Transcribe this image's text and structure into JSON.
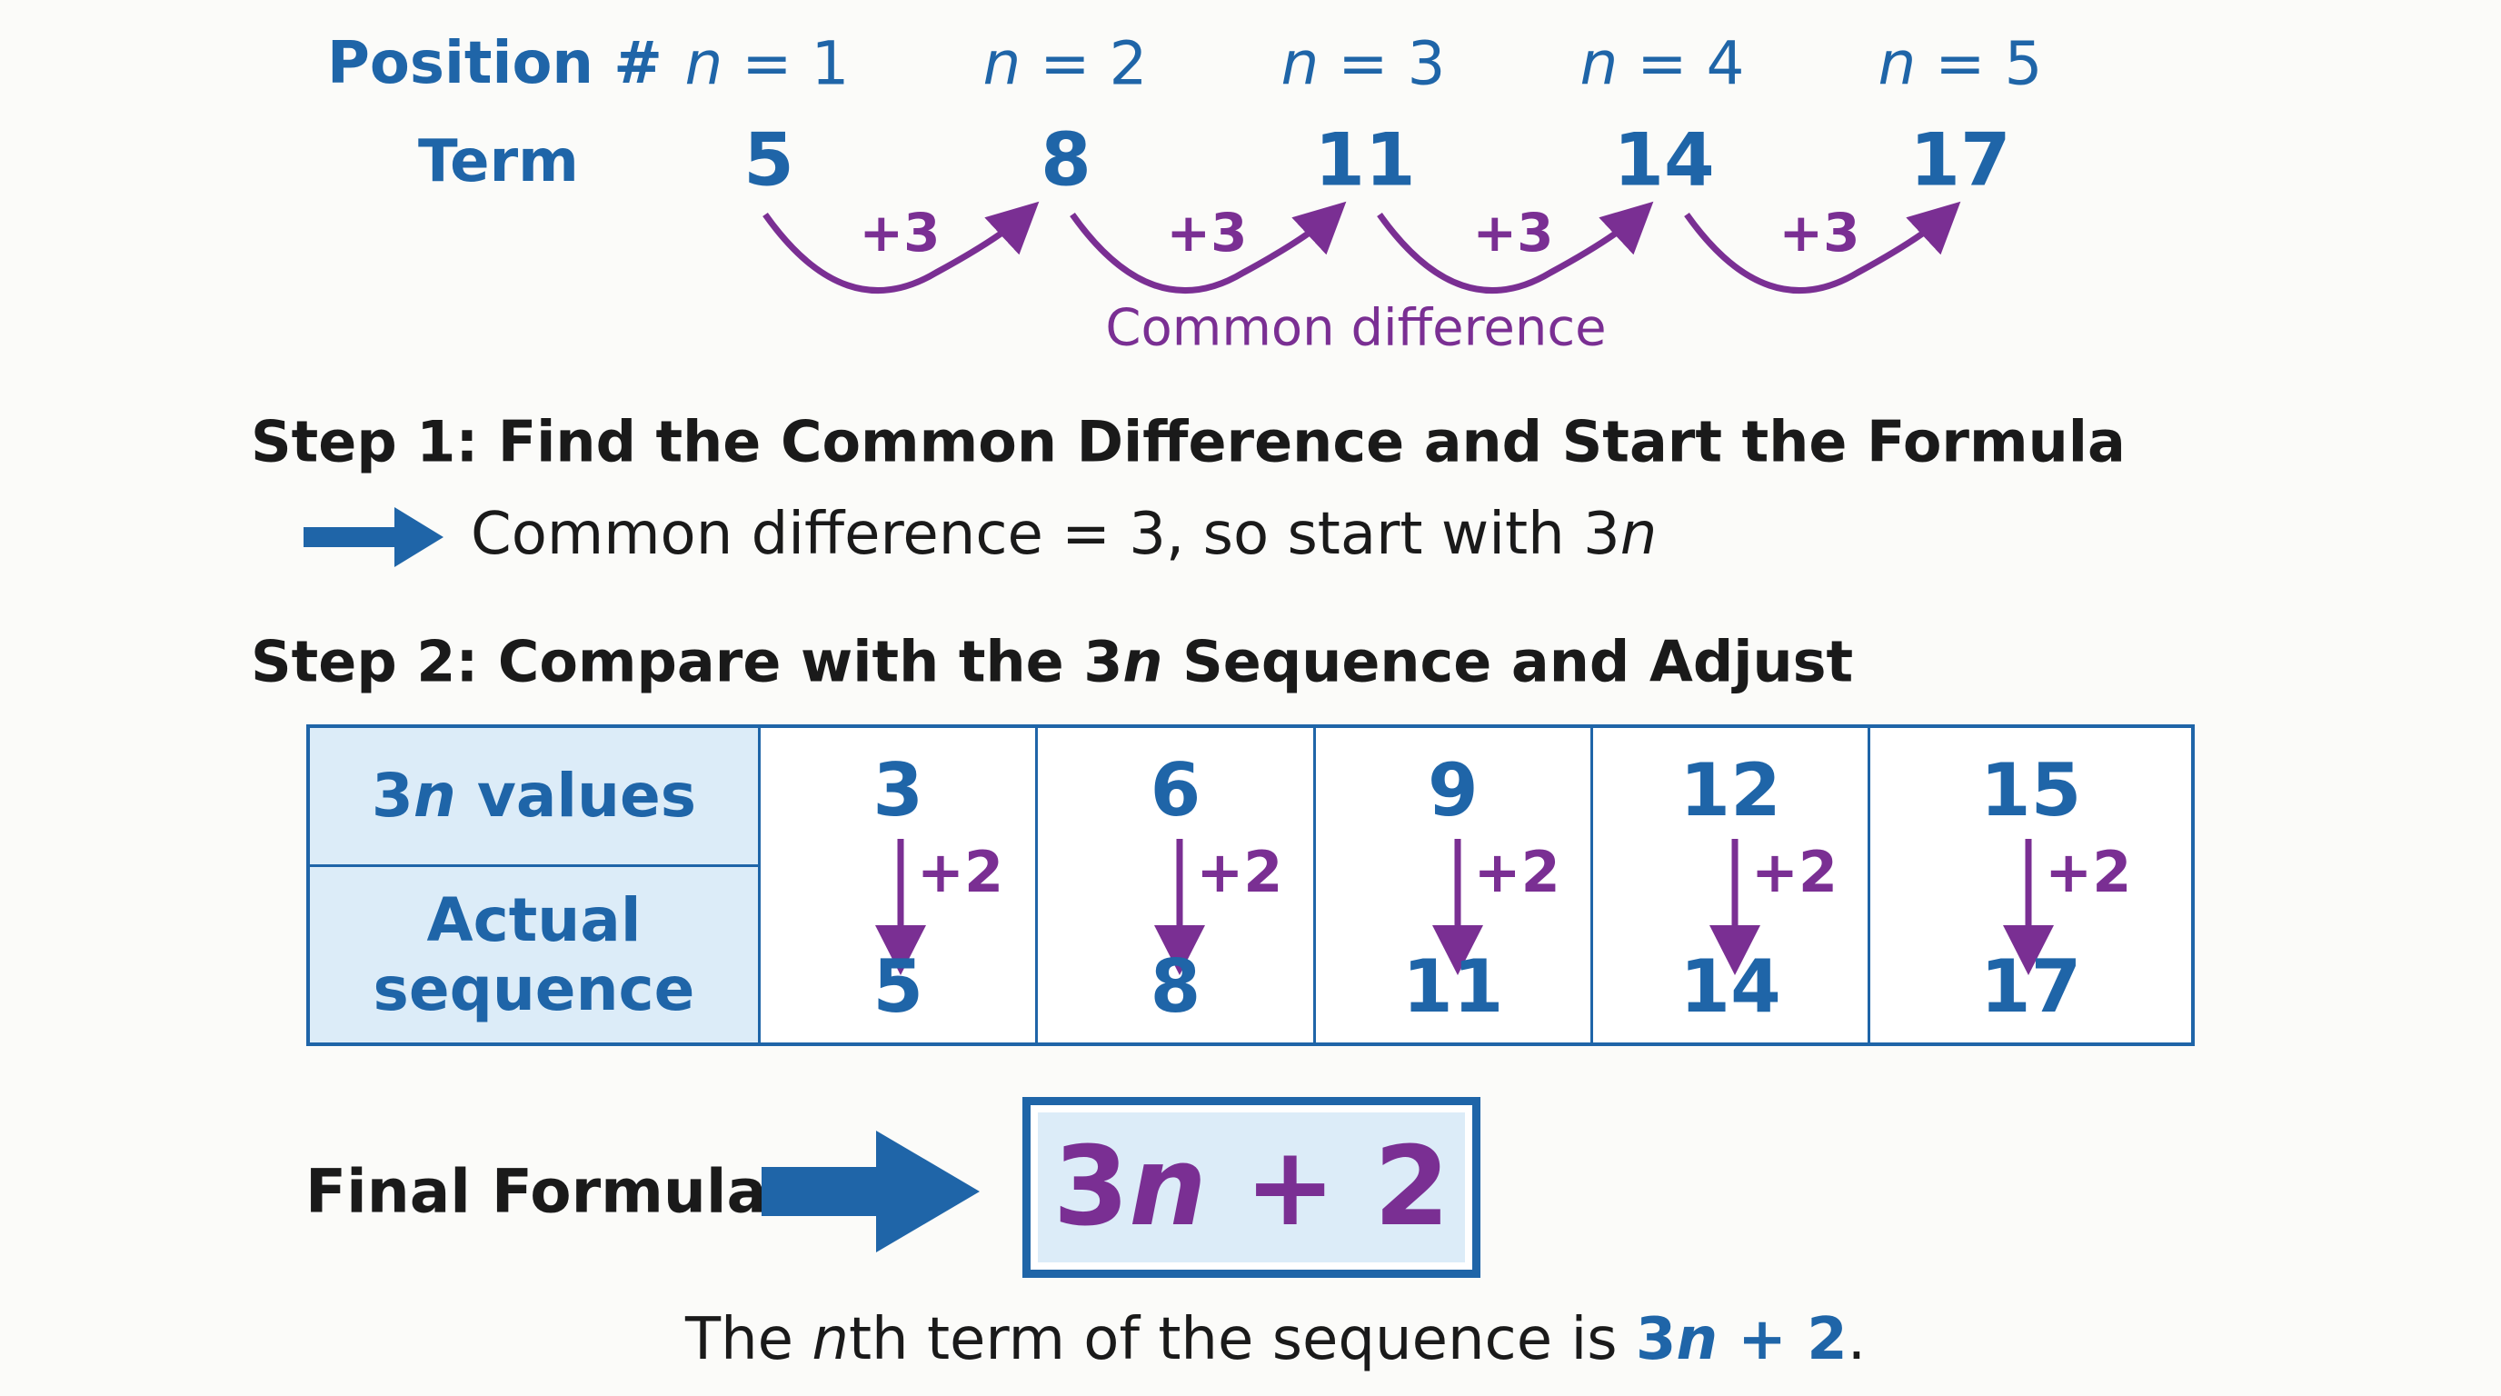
{
  "header": {
    "position_label": "Position #",
    "term_label": "Term",
    "positions": [
      {
        "var": "n",
        "text": " = 1"
      },
      {
        "var": "n",
        "text": " = 2"
      },
      {
        "var": "n",
        "text": " = 3"
      },
      {
        "var": "n",
        "text": " = 4"
      },
      {
        "var": "n",
        "text": " = 5"
      }
    ],
    "terms": [
      "5",
      "8",
      "11",
      "14",
      "17"
    ],
    "differences": [
      "+3",
      "+3",
      "+3",
      "+3"
    ],
    "difference_caption": "Common difference"
  },
  "step1": {
    "title": "Step 1: Find the Common Difference and Start the Formula",
    "text_before": "Common difference  = 3, so start with 3",
    "text_var": "n"
  },
  "step2": {
    "title_before": "Step 2: Compare with the 3",
    "title_var": "n",
    "title_after": " Sequence and Adjust",
    "table": {
      "row1_label_num": "3",
      "row1_label_var": "n",
      "row1_label_rest": " values",
      "row2_label_line1": "Actual",
      "row2_label_line2": "sequence",
      "columns": [
        {
          "three_n": "3",
          "adjust": "+2",
          "actual": "5"
        },
        {
          "three_n": "6",
          "adjust": "+2",
          "actual": "8"
        },
        {
          "three_n": "9",
          "adjust": "+2",
          "actual": "11"
        },
        {
          "three_n": "12",
          "adjust": "+2",
          "actual": "14"
        },
        {
          "three_n": "15",
          "adjust": "+2",
          "actual": "17"
        }
      ]
    }
  },
  "final": {
    "label": "Final Formula",
    "formula_num": "3",
    "formula_var": "n",
    "formula_rest": " + 2",
    "sentence_start": "The ",
    "sentence_var": "n",
    "sentence_mid": "th term of the sequence is ",
    "sentence_ans_num": "3",
    "sentence_ans_var": "n",
    "sentence_ans_rest": " + 2",
    "sentence_end": "."
  },
  "colors": {
    "blue": "#1f65a8",
    "purple": "#7a2f93",
    "light_blue_fill": "#dcecf8",
    "text_dark": "#1a1a1a",
    "background": "#fbfbf9"
  }
}
